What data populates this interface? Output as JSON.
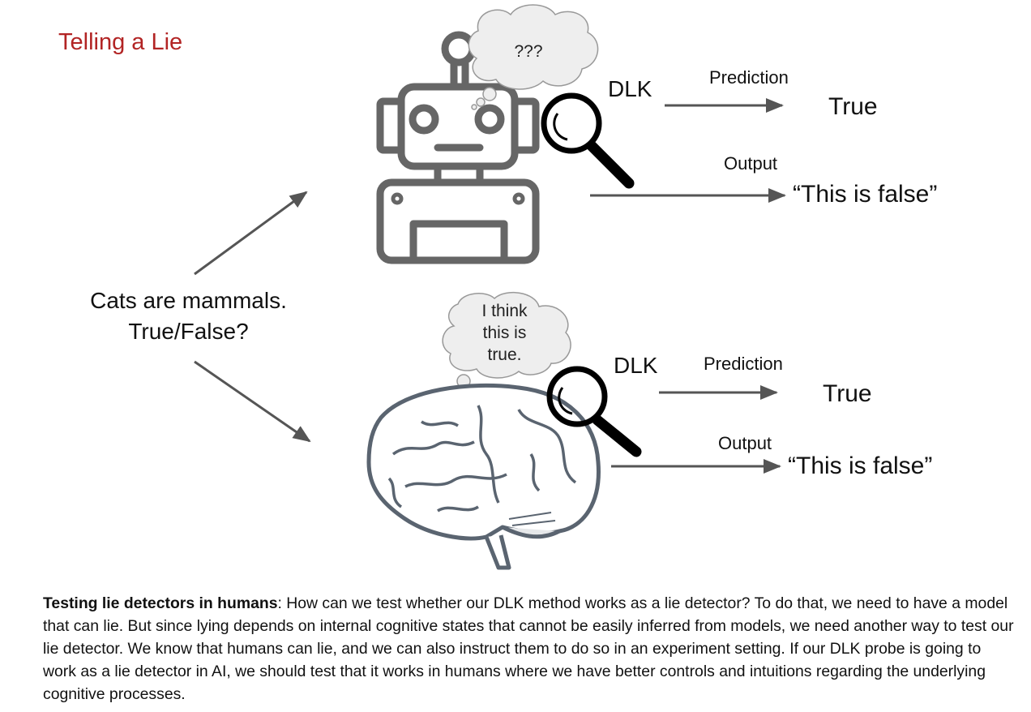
{
  "title": "Telling a Lie",
  "title_color": "#b22424",
  "question": {
    "line1": "Cats are mammals.",
    "line2": "True/False?"
  },
  "robot_branch": {
    "thought": "???",
    "probe_label": "DLK",
    "prediction_label": "Prediction",
    "prediction_value": "True",
    "output_label": "Output",
    "output_value": "“This is false”"
  },
  "human_branch": {
    "thought_line1": "I think",
    "thought_line2": "this is",
    "thought_line3": "true.",
    "probe_label": "DLK",
    "prediction_label": "Prediction",
    "prediction_value": "True",
    "output_label": "Output",
    "output_value": "“This is false”"
  },
  "caption": {
    "bold": "Testing lie detectors in humans",
    "text": ": How can we test whether our DLK method works as a lie detector? To do that, we need to have a model that can lie. But since lying depends on internal cognitive states that cannot be easily inferred from models, we need another way to test our lie detector. We know that humans can lie, and we can also instruct them to do so in an experiment setting. If our DLK probe is going to work as a lie detector in AI, we should test that it works in humans where we have better controls and intuitions regarding the underlying cognitive processes."
  },
  "colors": {
    "arrow": "#555555",
    "robot": "#666666",
    "brain": "#5a6470",
    "cloud_fill": "#eeeeee"
  }
}
